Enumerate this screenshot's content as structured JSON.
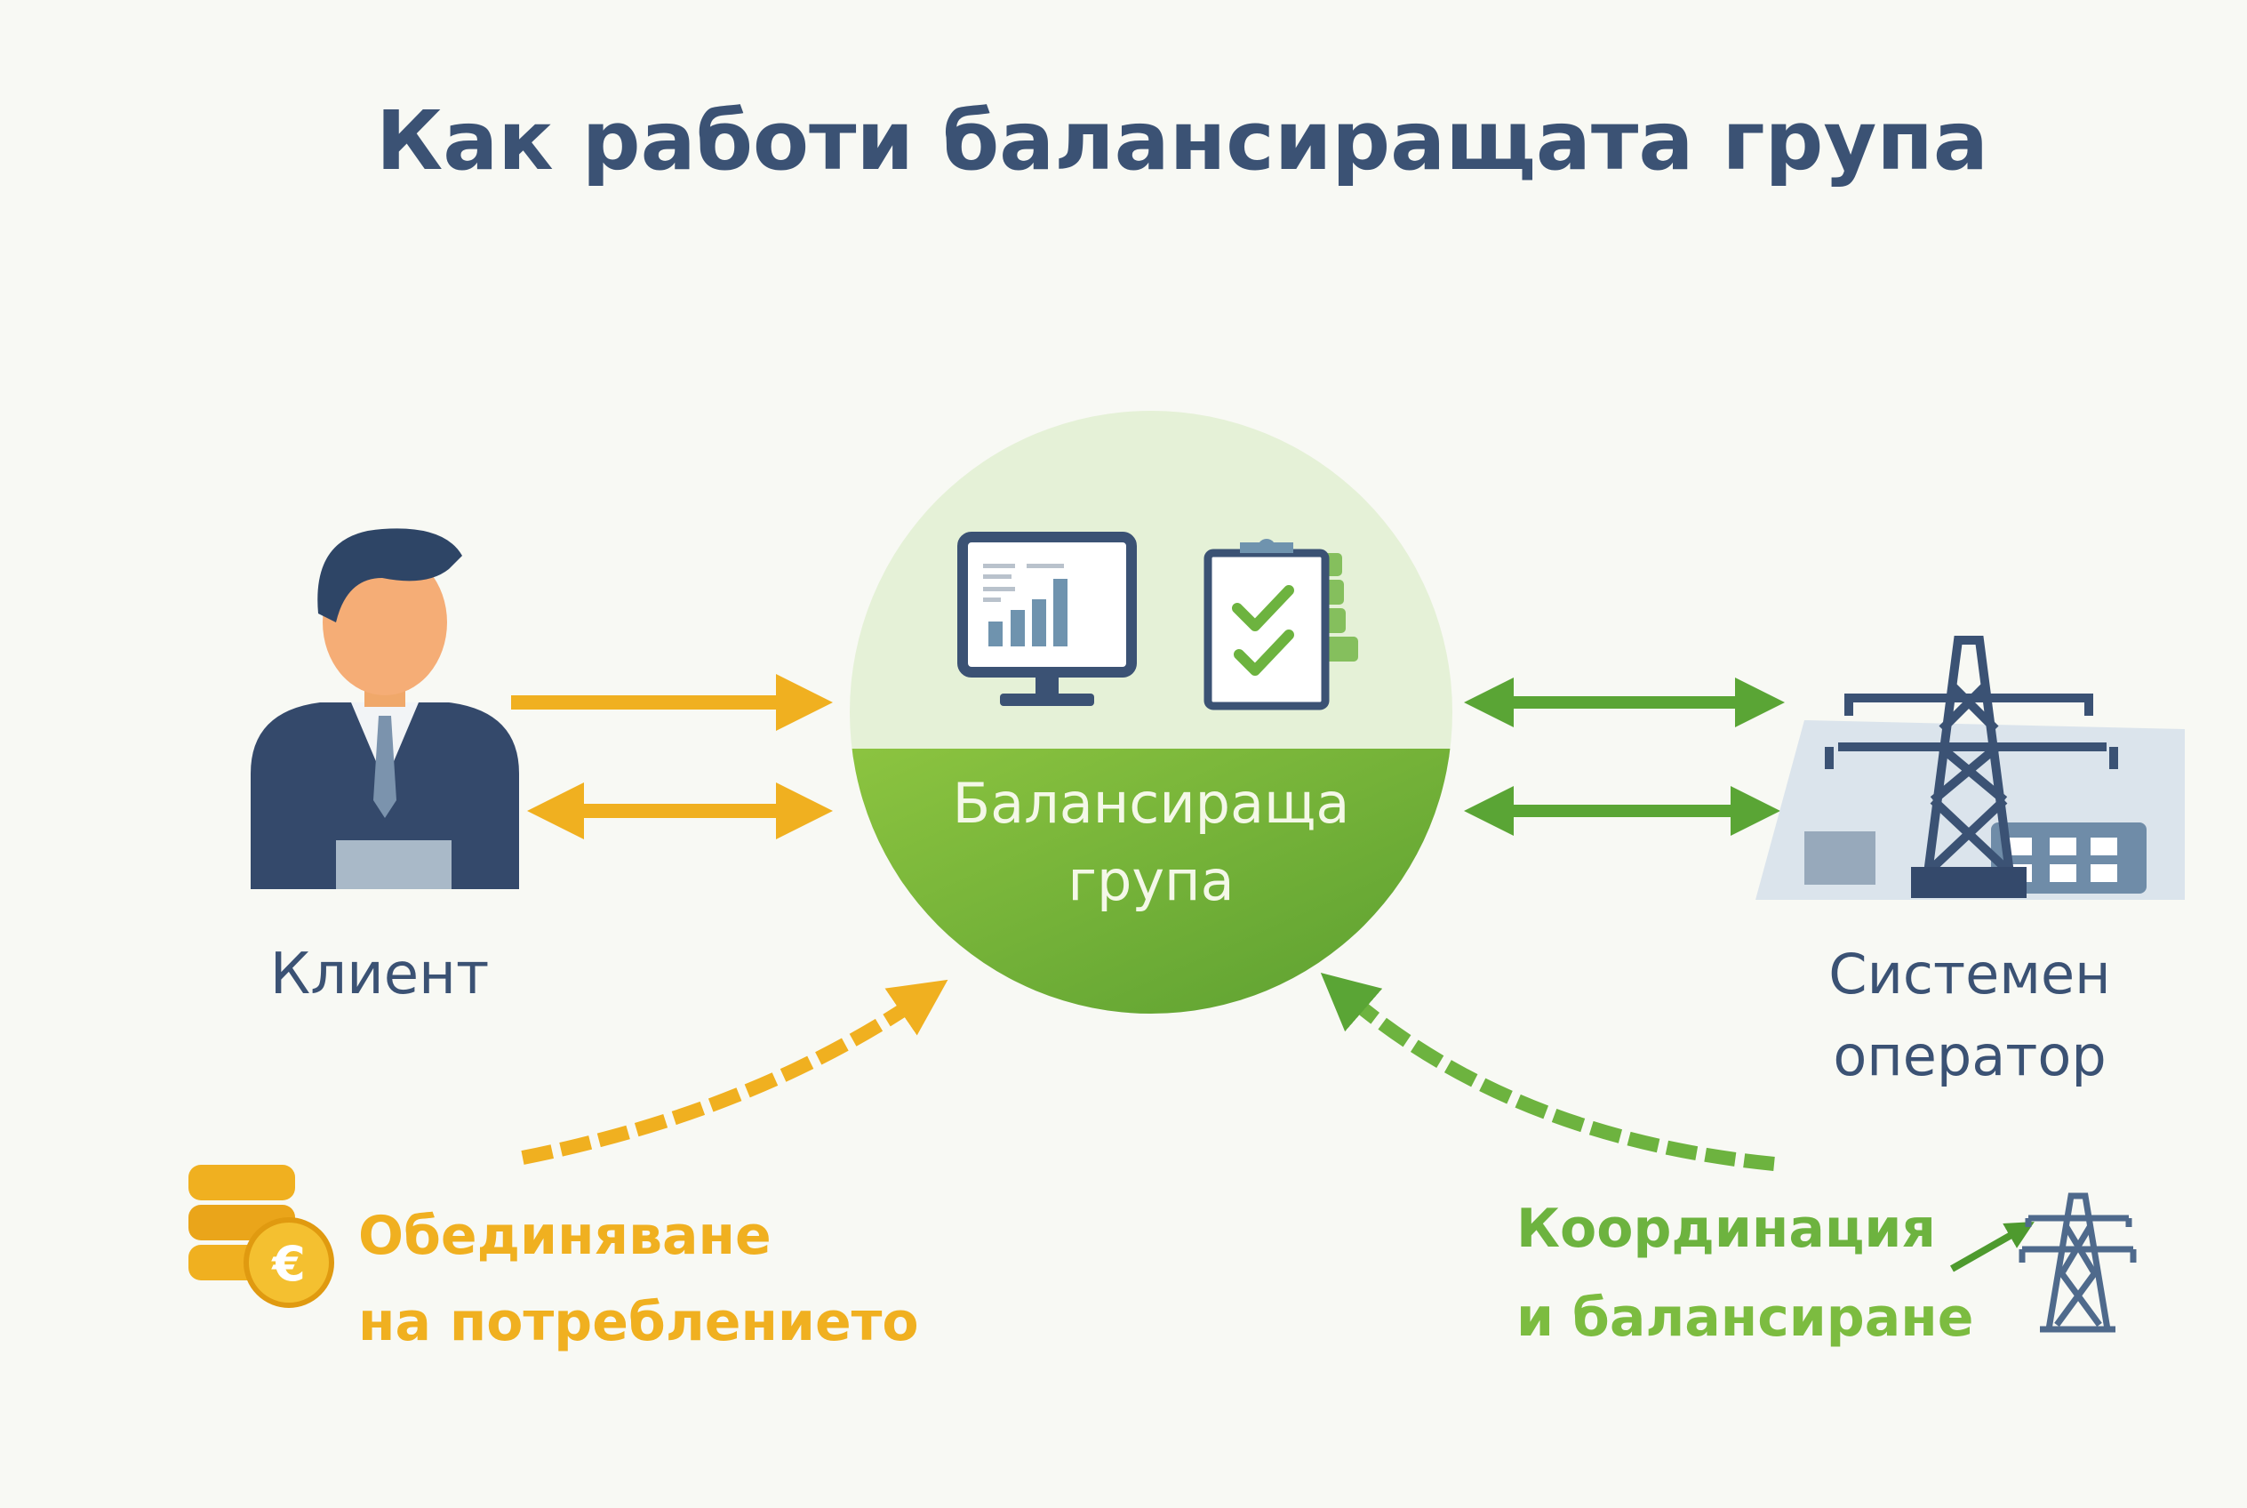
{
  "title": "Как работи балансиращата група",
  "center": {
    "line1": "Балансираща",
    "line2": "група"
  },
  "client": {
    "label": "Клиент"
  },
  "operator": {
    "line1": "Системен",
    "line2": "оператор"
  },
  "pooling": {
    "line1": "Обединяване",
    "line2": "на потреблението",
    "icon": "euro-coins-icon"
  },
  "coordination": {
    "line1": "Координация",
    "line2": "и балансиране",
    "icon": "power-tower-icon"
  },
  "colors": {
    "title": "#3b5274",
    "orange": "#f0b020",
    "green": "#6db33f",
    "dark_green": "#4e9a2e",
    "navy": "#3b5274"
  }
}
